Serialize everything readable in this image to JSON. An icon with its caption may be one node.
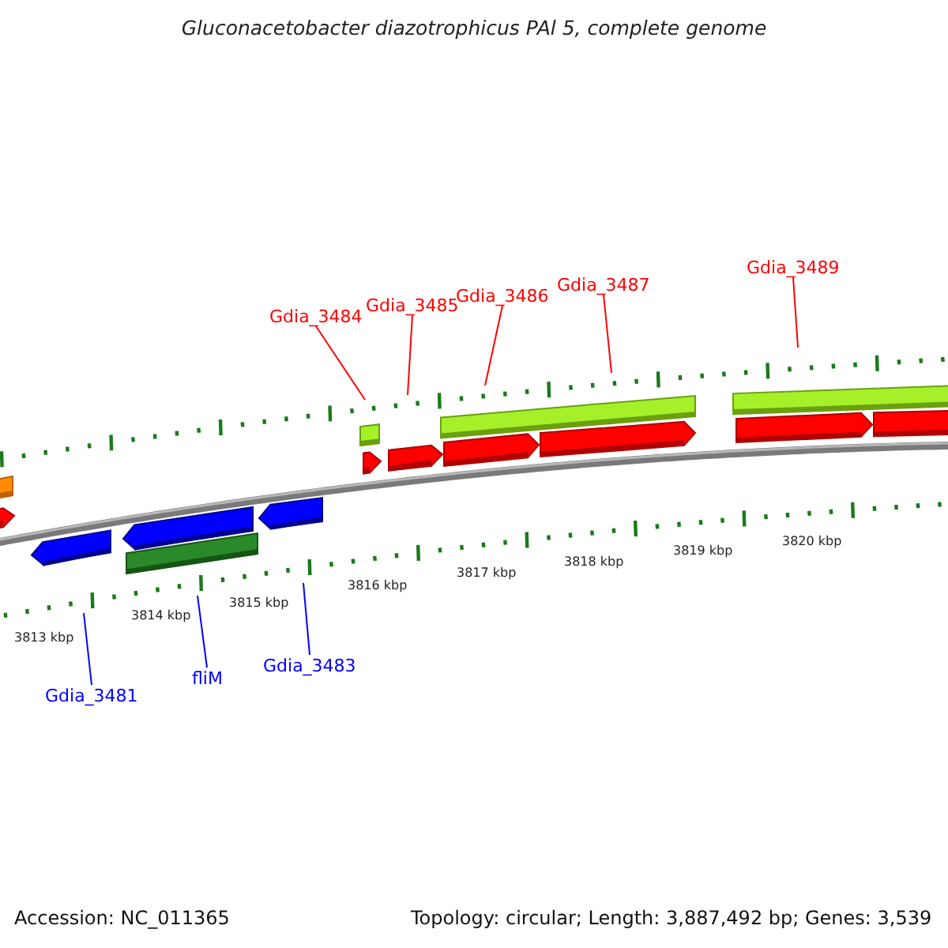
{
  "diagram": {
    "title": "Gluconacetobacter diazotrophicus PAl 5, complete genome",
    "nodes": [
      {
        "text": [
          "Gdia_3484"
        ]
      },
      {
        "text": [
          "Gdia_3485"
        ]
      },
      {
        "text": [
          "Gdia_3486"
        ]
      },
      {
        "text": [
          "Gdia_3487"
        ]
      },
      {
        "text": [
          "Gdia_3489"
        ]
      },
      {
        "text": [
          "Gdia_3481"
        ]
      },
      {
        "text": [
          "fliM"
        ]
      },
      {
        "text": [
          "Gdia_3483"
        ]
      }
    ],
    "edges": [
      {
        "from": 0,
        "to": null,
        "arrow": "none"
      },
      {
        "from": 1,
        "to": null,
        "arrow": "none"
      },
      {
        "from": 2,
        "to": null,
        "arrow": "none"
      },
      {
        "from": 3,
        "to": null,
        "arrow": "none"
      },
      {
        "from": 4,
        "to": null,
        "arrow": "none"
      },
      {
        "from": 5,
        "to": null,
        "arrow": "none",
        "color": "#0000ff"
      },
      {
        "from": 6,
        "to": null,
        "arrow": "none",
        "color": "#0000ff"
      },
      {
        "from": 7,
        "to": null,
        "arrow": "none",
        "color": "#0000ff"
      }
    ],
    "labels": [
      "3813 kbp",
      "3814 kbp",
      "3815 kbp",
      "3816 kbp",
      "3817 kbp",
      "3818 kbp",
      "3819 kbp",
      "3820 kbp",
      "Accession: NC_011365",
      "Topology: circular; Length: 3,887,492 bp; Genes: 3,539"
    ]
  }
}
